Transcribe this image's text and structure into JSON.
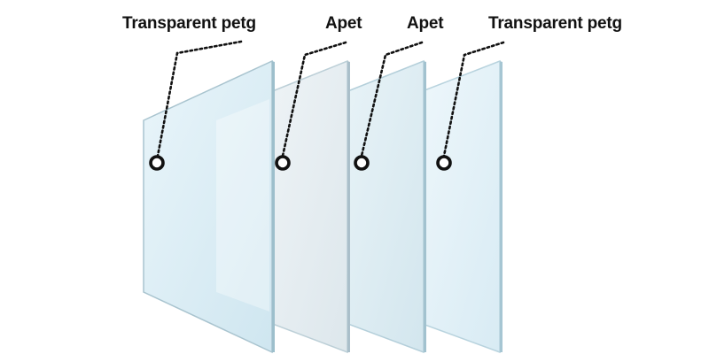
{
  "diagram": {
    "layers": [
      {
        "label": "Transparent petg",
        "color": "#d9ecf4"
      },
      {
        "label": "Apet",
        "color": "#e6edf1"
      },
      {
        "label": "Apet",
        "color": "#dcebf1"
      },
      {
        "label": "Transparent petg",
        "color": "#e3f1f8"
      }
    ],
    "edge_color": "#a9c4cf",
    "marker_color": "#111111"
  }
}
